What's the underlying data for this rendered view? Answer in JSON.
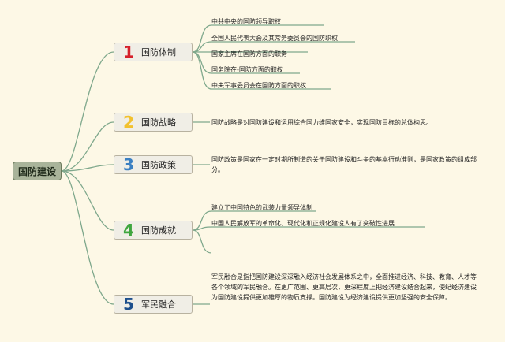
{
  "root": {
    "label": "国防建设"
  },
  "colors": {
    "line": "#7fa88c",
    "n1": "#d6202a",
    "n2": "#f2c12e",
    "n3": "#3a7fc2",
    "n4": "#3fa63f",
    "n5": "#1d4f8c"
  },
  "branches": [
    {
      "num": "1",
      "label": "国防体制",
      "items": [
        "中共中央的国防领导职权",
        "全国人民代表大会及其常务委员会的国防职权",
        "国家主席在国防方面的职务",
        "国务院在-国防方面的职权",
        "中央军事委员会在国防方面的职权"
      ]
    },
    {
      "num": "2",
      "label": "国防战略",
      "text": "国防战略是对国防建设和运用综合国力维国家安全，实现国防目标的总体构思。"
    },
    {
      "num": "3",
      "label": "国防政策",
      "text": "国防政策是国家在一定时期所制造的关于国防建设和斗争的基本行动准则，是国家政策的组成部分。"
    },
    {
      "num": "4",
      "label": "国防成就",
      "items": [
        "建立了中国特色的武装力量领导体制",
        "中国人民解放军的革命化、现代化和正规化建设人有了突破性进展"
      ]
    },
    {
      "num": "5",
      "label": "军民融合",
      "text": "军民融合是指把国防建设深深融入经济社会发展体系之中，全面推进经济、科技、教育、人才等各个领域的军民融合。在更广范围、更高层次，更深程度上把经济建设结合起来，使纪经济建设为国防建设提供更加雄厚的物质支撑。国防建设为经济建设提供更加坚强的安全保障。"
    }
  ]
}
